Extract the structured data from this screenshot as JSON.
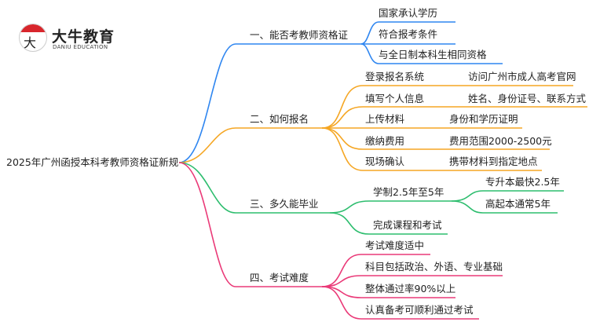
{
  "logo": {
    "name_cn": "大牛教育",
    "name_en": "DANIU EDUCATION",
    "glyph": "大牛"
  },
  "colors": {
    "branch1": "#2f86f0",
    "branch2": "#f5a623",
    "branch3": "#2dbd6e",
    "branch4": "#ea3a78"
  },
  "root": "2025年广州函授本科考教师资格证新规",
  "branches": [
    {
      "label": "一、能否考教师资格证",
      "children": [
        {
          "label": "国家承认学历"
        },
        {
          "label": "符合报考条件"
        },
        {
          "label": "与全日制本科生相同资格"
        }
      ]
    },
    {
      "label": "二、如何报名",
      "children": [
        {
          "label": "登录报名系统",
          "detail": "访问广州市成人高考官网"
        },
        {
          "label": "填写个人信息",
          "detail": "姓名、身份证号、联系方式"
        },
        {
          "label": "上传材料",
          "detail": "身份和学历证明"
        },
        {
          "label": "缴纳费用",
          "detail": "费用范围2000-2500元"
        },
        {
          "label": "现场确认",
          "detail": "携带材料到指定地点"
        }
      ]
    },
    {
      "label": "三、多久能毕业",
      "children": [
        {
          "label": "学制2.5年至5年",
          "details": [
            "专升本最快2.5年",
            "高起本通常5年"
          ]
        },
        {
          "label": "完成课程和考试"
        }
      ]
    },
    {
      "label": "四、考试难度",
      "children": [
        {
          "label": "考试难度适中"
        },
        {
          "label": "科目包括政治、外语、专业基础"
        },
        {
          "label": "整体通过率90%以上"
        },
        {
          "label": "认真备考可顺利通过考试"
        }
      ]
    }
  ]
}
